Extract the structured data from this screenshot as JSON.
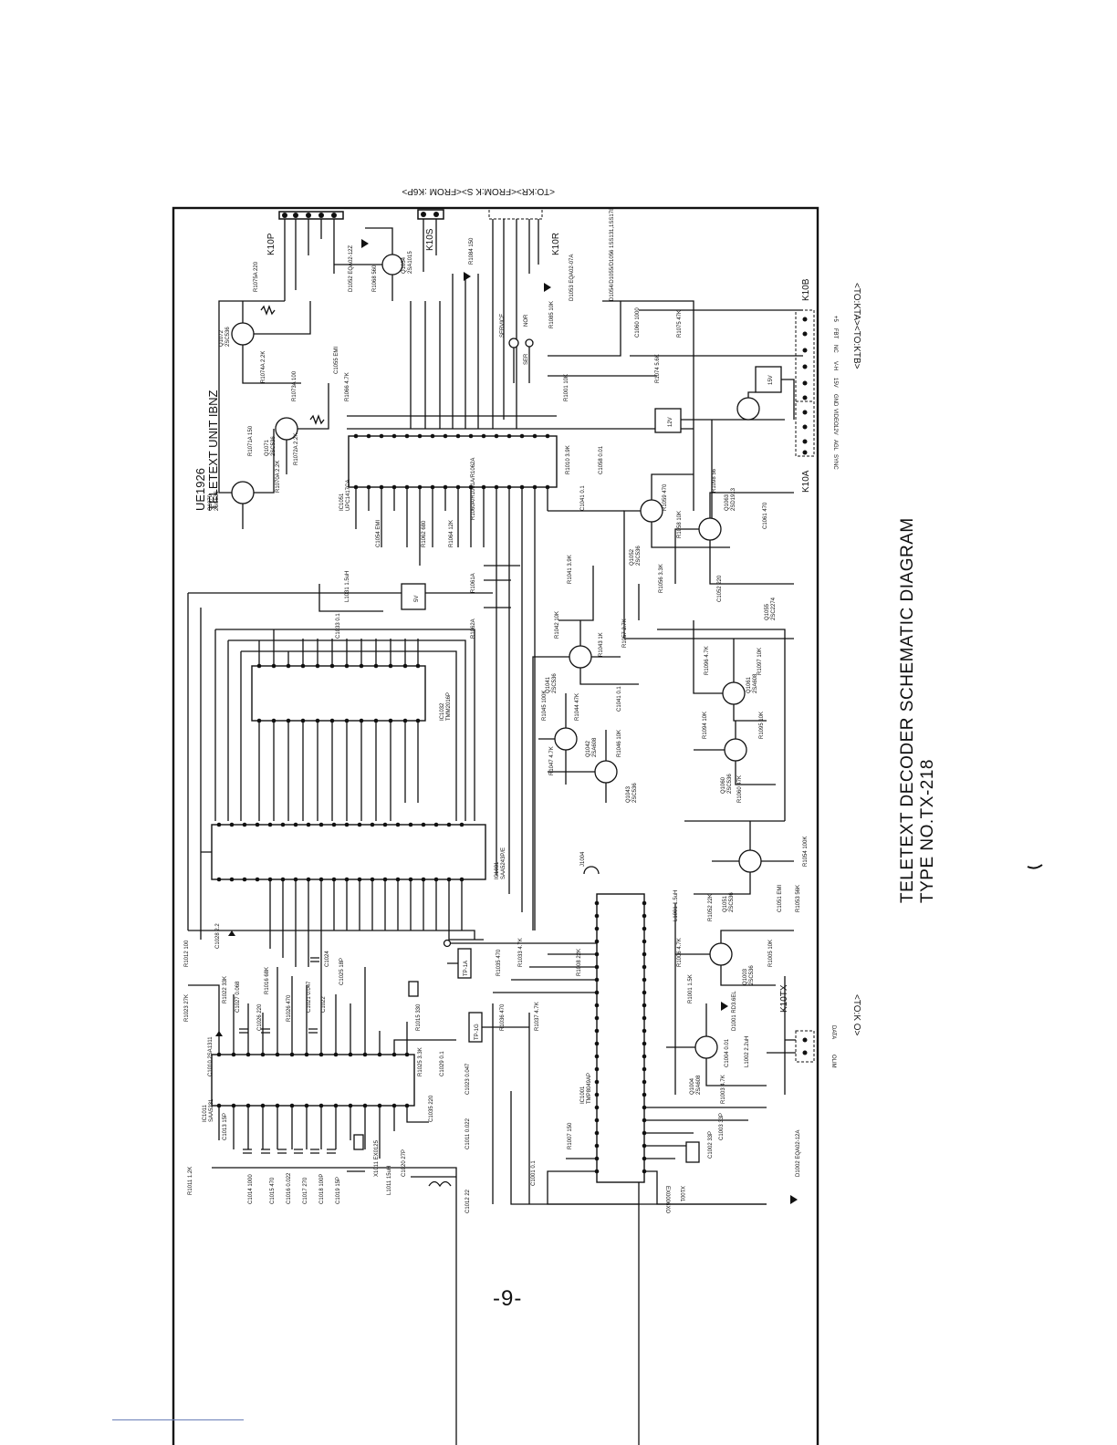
{
  "title": {
    "line1": "TELETEXT DECODER SCHEMATIC DIAGRAM",
    "line2": "TYPE NO.TX-218"
  },
  "unit_label": {
    "line1": "UE1926",
    "line2": "TELETEXT UNIT IBNZ"
  },
  "page_number": "-9-",
  "connectors": {
    "k10p": "K10P",
    "k10s": "K10S",
    "k10r": "K10R",
    "k10b": "K10B",
    "k10a": "K10A",
    "k10tx": "K10TX",
    "top_labels": "<TO:KR><FROM:K S><FROM :K6P>",
    "right_labels": "<TO:KTA><TO:KTB>",
    "bottom_labels": "<TO:K O>",
    "k10b_pins": [
      "+5",
      "FBT",
      "NC",
      "V-H",
      "15V",
      "GND",
      "VIDEO",
      "12V",
      "AGL",
      "SYNC"
    ],
    "k10tx_pins": [
      "DATA",
      "OLIM"
    ]
  },
  "ics": [
    {
      "ref": "IC1051",
      "part": "UPC1417CA"
    },
    {
      "ref": "IC1032",
      "part": "TMM2016P"
    },
    {
      "ref": "IC1031",
      "part": "SAA5243P/E"
    },
    {
      "ref": "IC1011",
      "part": "SAA5231"
    },
    {
      "ref": "IC1001",
      "part": "TMP8049AP"
    }
  ],
  "transistors": [
    {
      "ref": "Q1070",
      "part": "2SC536"
    },
    {
      "ref": "Q1071",
      "part": "2SC536"
    },
    {
      "ref": "Q1072",
      "part": "2SC536"
    },
    {
      "ref": "Q1054",
      "part": "2SA1015"
    },
    {
      "ref": "Q1052",
      "part": "2SC536"
    },
    {
      "ref": "Q1055",
      "part": "2SC2274"
    },
    {
      "ref": "Q1041",
      "part": "2SC536"
    },
    {
      "ref": "Q1042",
      "part": "2SA608"
    },
    {
      "ref": "Q1043",
      "part": "2SC536"
    },
    {
      "ref": "Q1061",
      "part": "2SA608"
    },
    {
      "ref": "Q1060",
      "part": "2SC536"
    },
    {
      "ref": "Q1051",
      "part": "2SC536"
    },
    {
      "ref": "Q1003",
      "part": "2SC536"
    },
    {
      "ref": "Q1004",
      "part": "2SA608"
    },
    {
      "ref": "Q1063",
      "part": "2SD1913"
    }
  ],
  "misc_labels": {
    "service": "SERVICE",
    "nor": "NOR",
    "ser": "SER",
    "reg_5v": "5V",
    "reg_12v": "12V",
    "reg_15v": "15V",
    "tp1a": "TP-1A",
    "tp1g": "TP-1G",
    "j1004": "J1004",
    "x1001": "X1001",
    "ex0006": "EX0006XO"
  },
  "parts_text": {
    "r1075a": "R1075A 220",
    "d1052": "D1052 EQA02-12Z",
    "r1068": "R1068 560",
    "r1084": "R1084 150",
    "r1085": "R1085 10K",
    "d1053": "D1053 EQA02-07A",
    "diodes": "D1054/D1055/D1056 1SS131,1SS178",
    "c1060": "C1060 1000",
    "r1075": "R1075 47K",
    "r1074": "R1074 5.6K",
    "r1066": "R1066 4.7K",
    "c1055": "C1055 EMI",
    "r1071a": "R1071A 150",
    "r1072a": "R1072A 2.2K",
    "r1070a": "R1070A 2.2K",
    "r1074a": "R1074A 2.2K",
    "r1073a": "R1073A 100",
    "r1010": "R1010 3.9K",
    "c1058": "C1058 0.01",
    "r1001": "R1001 10K",
    "r1098": "R1098 56",
    "c1061": "C1061 470",
    "r1059": "R1059 470",
    "r1058": "R1058 10K",
    "r1056": "R1056 3.3K",
    "c1052": "C1052 220",
    "r1062": "R1062 680",
    "r1064": "R1064 12K",
    "c1054": "C1054 EMI",
    "r1041": "R1041 3.9K",
    "r1042": "R1042 10K",
    "r1043": "R1043 1K",
    "r1057": "R1057 2.7K",
    "c1041": "C1041 0.1",
    "r1045": "R1045 100K",
    "r1044": "R1044 47K",
    "r1046": "R1046 10K",
    "r1047": "R1047 4.7K",
    "r1096": "R1096 4.7K",
    "r1097": "R1097 10K",
    "r1094": "R1094 10K",
    "r1095": "R1095 10K",
    "r1060": "R1060 47K",
    "r1054": "R1054 100K",
    "r1053": "R1053 56K",
    "c1051": "C1051 EMI",
    "l1001": "L1001 1.5uH",
    "r1052": "R1052 22K",
    "r1005": "R1005 10K",
    "r1006": "R1006 4.7K",
    "r1001b": "R1001 1.5K",
    "d1001": "D1001 RD3.6EL",
    "c1004": "C1004 0.01",
    "l1002": "L1002 2.2uH",
    "r1003": "R1003 4.7K",
    "c1003": "C1003 33P",
    "c1002": "C1002 33P",
    "d1002": "D1002 EQA02-12A",
    "r1007": "R1007 150",
    "c1001": "C1001 0.1",
    "r1008": "R1008 22K",
    "r1033": "R1033 4.7K",
    "r1035": "R1035 470",
    "r1036": "R1036 470",
    "r1037": "R1037 4.7K",
    "c1023": "C1023 0.047",
    "c1011": "C1011 0.022",
    "c1012": "C1012 22",
    "l1011": "L1011 15uH",
    "r1011": "R1011 1.2K",
    "r1012": "R1012 100",
    "c1028": "C1028 2.2",
    "r1023": "R1023 27K",
    "r1022": "R1022 33K",
    "r1016": "R1016 68K",
    "r1026": "R1026 470",
    "c1010": "C1010 2SA1311",
    "c1013": "C1013 15P",
    "c1014": "C1014 1000",
    "c1015": "C1015 470",
    "c1016": "C1016 0.022",
    "c1017": "C1017 270",
    "c1018": "C1018 100P",
    "c1019": "C1019 15P",
    "x1011": "X1011 EX0125",
    "c1020": "C1020 27P",
    "r1015": "R1015 330",
    "r1025": "R1025 3.3K",
    "c1029": "C1029 0.1",
    "c1035": "C1035 220",
    "c1027": "C1027 0.068",
    "c1026": "C1026 220",
    "c1021": "C1021 0.047",
    "c1022": "C1022",
    "c1024": "C1024",
    "c1025": "C1025 18P",
    "c1033": "C1033 0.1",
    "l1031": "L1031 1.5uH",
    "r1060a": "R1060A/R1061A/R1062A",
    "r1061a": "R1061A",
    "r1062a": "R1062A"
  }
}
